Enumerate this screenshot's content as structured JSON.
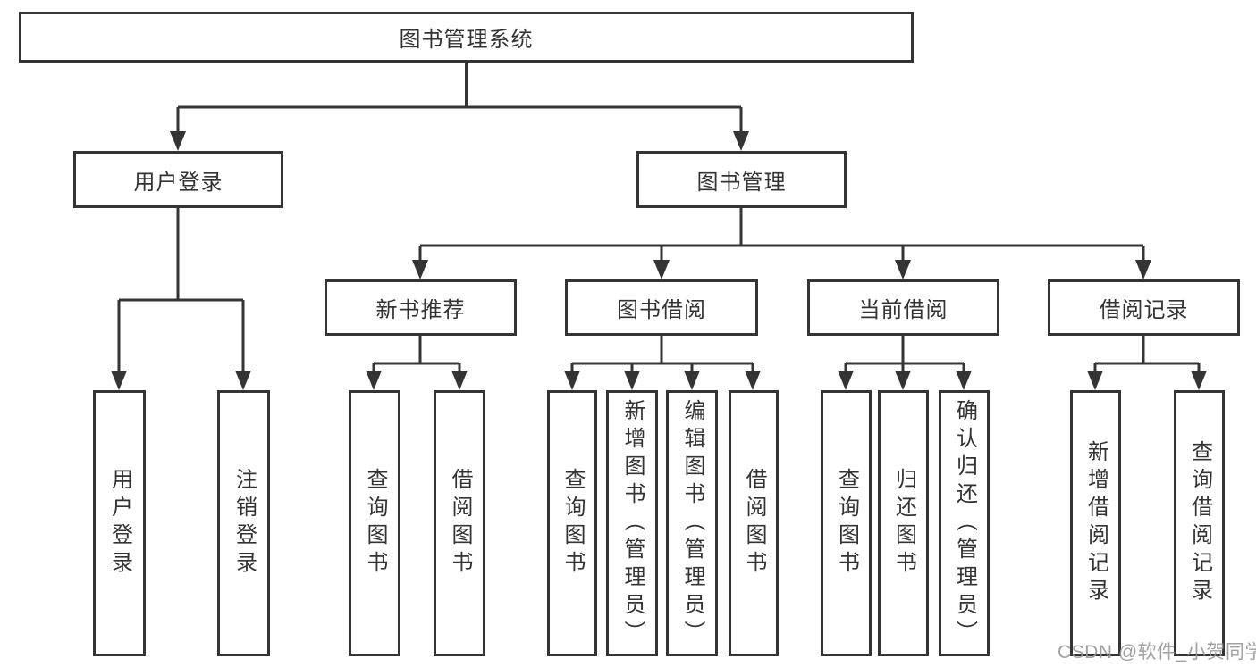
{
  "diagram_type": "functional-structure-tree",
  "colors": {
    "line": "#343434",
    "box_border": "#343434",
    "text": "#333333",
    "background": "#ffffff",
    "watermark": "#949494"
  },
  "tree": {
    "label": "图书管理系统",
    "children": [
      {
        "label": "用户登录",
        "children": [
          {
            "label": "用户登录"
          },
          {
            "label": "注销登录"
          }
        ]
      },
      {
        "label": "图书管理",
        "children": [
          {
            "label": "新书推荐",
            "children": [
              {
                "label": "查询图书"
              },
              {
                "label": "借阅图书"
              }
            ]
          },
          {
            "label": "图书借阅",
            "children": [
              {
                "label": "查询图书"
              },
              {
                "label": "新增图书（管理员）"
              },
              {
                "label": "编辑图书（管理员）"
              },
              {
                "label": "借阅图书"
              }
            ]
          },
          {
            "label": "当前借阅",
            "children": [
              {
                "label": "查询图书"
              },
              {
                "label": "归还图书"
              },
              {
                "label": "确认归还（管理员）"
              }
            ]
          },
          {
            "label": "借阅记录",
            "children": [
              {
                "label": "新增借阅记录"
              },
              {
                "label": "查询借阅记录"
              }
            ]
          }
        ]
      }
    ]
  },
  "watermark": {
    "text": "CSDN @软件_小贺同学"
  }
}
